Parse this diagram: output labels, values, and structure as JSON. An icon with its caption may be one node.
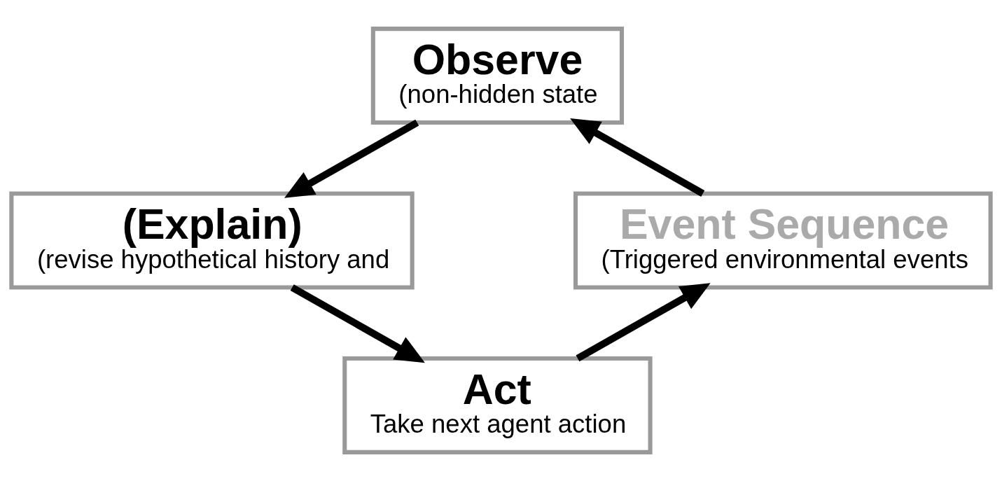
{
  "diagram": {
    "nodes": [
      {
        "text": [
          "Observe",
          "(non-hidden state"
        ]
      },
      {
        "text": [
          "(Explain)",
          "(revise hypothetical history and"
        ]
      },
      {
        "text": [
          "Act",
          "Take next agent action"
        ]
      },
      {
        "text": [
          "Event Sequence",
          "(Triggered environmental events"
        ]
      }
    ],
    "edges": [
      {
        "from": 0,
        "to": 1,
        "arrow": "to"
      },
      {
        "from": 1,
        "to": 2,
        "arrow": "to"
      },
      {
        "from": 2,
        "to": 3,
        "arrow": "to"
      },
      {
        "from": 3,
        "to": 0,
        "arrow": "to"
      }
    ]
  }
}
